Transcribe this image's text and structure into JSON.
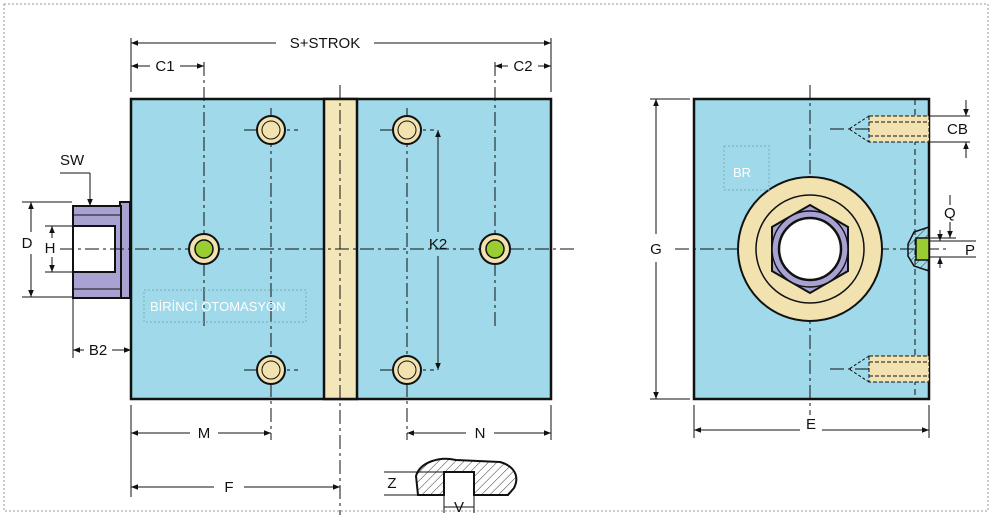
{
  "labels": {
    "s_strok": "S+STROK",
    "c1": "C1",
    "c2": "C2",
    "sw": "SW",
    "d": "D",
    "h": "H",
    "b2": "B2",
    "k2": "K2",
    "m": "M",
    "n": "N",
    "f": "F",
    "z": "Z",
    "v": "V",
    "g": "G",
    "e": "E",
    "cb": "CB",
    "q": "Q",
    "p": "P",
    "br": "BR"
  },
  "watermark": "BİRİNCİ OTOMASYON",
  "colors": {
    "body_fill": "#9fd9ea",
    "bar_fill": "#f3e6b8",
    "hole_fill": "#f1e2b0",
    "pin_fill": "#9acd32",
    "bushing_fill": "#a8a2d2",
    "outline": "#111111"
  }
}
